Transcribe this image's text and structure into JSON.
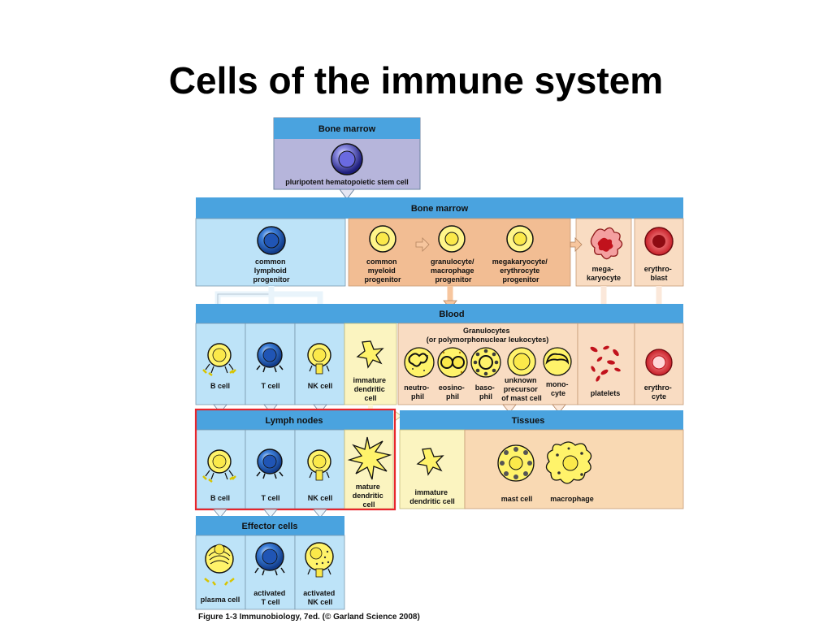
{
  "title": "Cells of the immune system",
  "colors": {
    "header_blue": "#4aa3df",
    "stem_bg": "#b6b5db",
    "lymphoid_bg": "#bde3f8",
    "myeloid_bg": "#f2bd93",
    "dendritic_bg": "#fbf4c0",
    "blood_bg": "#f9dcc2",
    "tissue_bg": "#f9d9b3",
    "highlight_red": "#e8252b"
  },
  "sections": {
    "bone_marrow_top": "Bone marrow",
    "bone_marrow": "Bone marrow",
    "blood": "Blood",
    "lymph_nodes": "Lymph nodes",
    "tissues": "Tissues",
    "effector": "Effector cells"
  },
  "cells": {
    "stem": "pluripotent hematopoietic stem cell",
    "lymphoid_progenitor": [
      "common",
      "lymphoid",
      "progenitor"
    ],
    "myeloid_progenitor": [
      "common",
      "myeloid",
      "progenitor"
    ],
    "gm_progenitor": [
      "granulocyte/",
      "macrophage",
      "progenitor"
    ],
    "me_progenitor": [
      "megakaryocyte/",
      "erythrocyte",
      "progenitor"
    ],
    "megakaryocyte": [
      "mega-",
      "karyocyte"
    ],
    "erythroblast": [
      "erythro-",
      "blast"
    ],
    "b_cell": "B cell",
    "t_cell": "T cell",
    "nk_cell": "NK cell",
    "immature_dc_blood": [
      "immature",
      "dendritic",
      "cell"
    ],
    "granulocytes": [
      "Granulocytes",
      "(or polymorphonuclear leukocytes)"
    ],
    "neutrophil": [
      "neutro-",
      "phil"
    ],
    "eosinophil": [
      "eosino-",
      "phil"
    ],
    "basophil": [
      "baso-",
      "phil"
    ],
    "unknown_precursor": [
      "unknown",
      "precursor",
      "of mast cell"
    ],
    "monocyte": [
      "mono-",
      "cyte"
    ],
    "platelets": "platelets",
    "erythrocyte": [
      "erythro-",
      "cyte"
    ],
    "ln_b_cell": "B cell",
    "ln_t_cell": "T cell",
    "ln_nk_cell": "NK cell",
    "mature_dc": [
      "mature",
      "dendritic",
      "cell"
    ],
    "immature_dc_tissue": [
      "immature",
      "dendritic cell"
    ],
    "mast_cell": "mast cell",
    "macrophage": "macrophage",
    "plasma_cell": "plasma cell",
    "activated_t": [
      "activated",
      "T cell"
    ],
    "activated_nk": [
      "activated",
      "NK cell"
    ]
  },
  "caption": "Figure 1-3  Immunobiology, 7ed. (© Garland Science 2008)"
}
